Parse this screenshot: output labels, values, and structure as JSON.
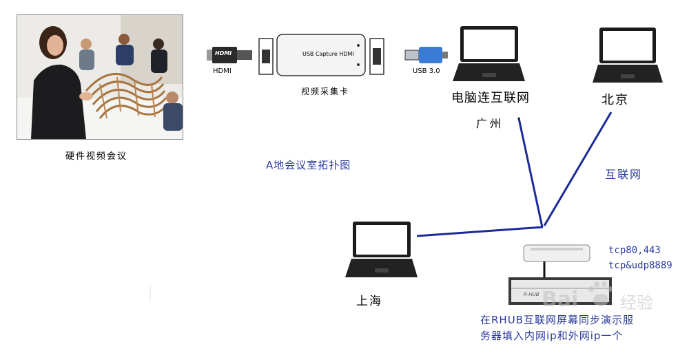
{
  "photo": {
    "caption": "硬件视频会议"
  },
  "capture": {
    "hdmi_plug_text": "HDMI",
    "hdmi_label": "HDMI",
    "device_text": "USB Capture HDMI",
    "usb_label": "USB 3.0",
    "caption": "视频采集卡"
  },
  "diagram": {
    "title": "A地会议室拓扑图"
  },
  "nodes": {
    "guangzhou_pc": {
      "label": "电脑连互联网",
      "city": "广州"
    },
    "beijing_pc": {
      "label": "北京"
    },
    "shanghai_pc": {
      "label": "上海"
    }
  },
  "internet_label": "互联网",
  "ports": {
    "line1": "tcp80,443",
    "line2": "tcp&udp8889"
  },
  "server": {
    "brand": "R-HUB",
    "note_line1": "在RHUB互联网屏幕同步演示服",
    "note_line2": "务器填入内网ip和外网ip一个"
  },
  "watermark": {
    "text": "Bai",
    "suffix": "经验"
  },
  "colors": {
    "line": "#1a2a9a",
    "text_blue": "#2a3a9c"
  }
}
